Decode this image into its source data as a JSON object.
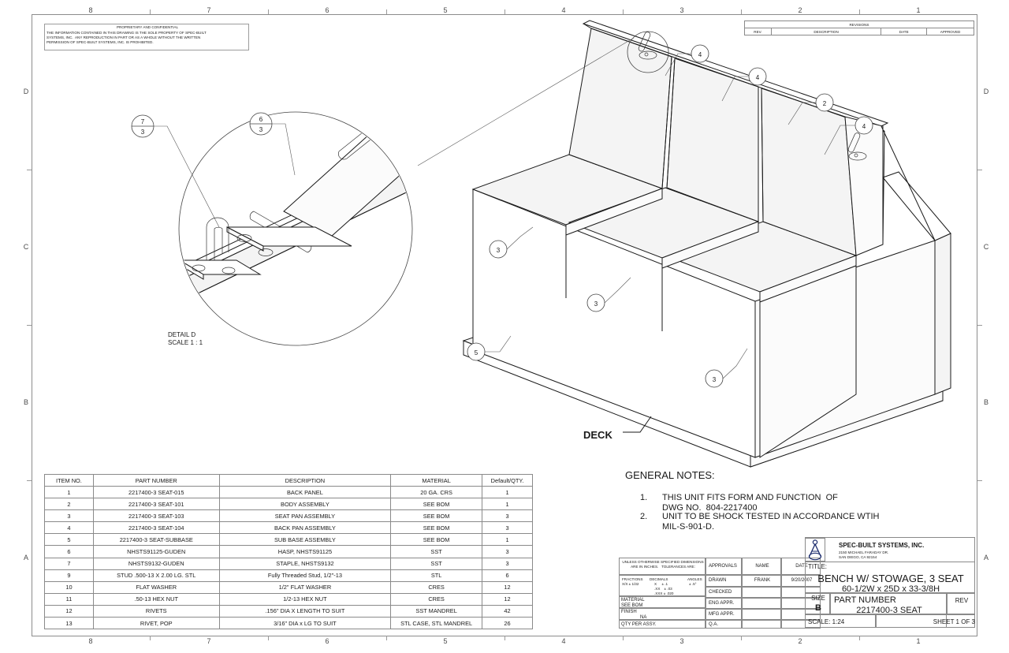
{
  "sheet": {
    "zones_top": [
      "8",
      "7",
      "6",
      "5",
      "4",
      "3",
      "2",
      "1"
    ],
    "zones_bottom": [
      "8",
      "7",
      "6",
      "5",
      "4",
      "3",
      "2",
      "1"
    ],
    "zones_left": [
      "D",
      "C",
      "B",
      "A"
    ],
    "zones_right": [
      "D",
      "C",
      "B",
      "A"
    ]
  },
  "proprietary": {
    "heading": "PROPRIETARY AND CONFIDENTIAL",
    "line1": "THE INFORMATION CONTAINED IN THIS DRAWING IS THE SOLE PROPERTY OF SPEC-BUILT",
    "line2": "SYSTEMS, INC.  ANY REPRODUCTION IN PART OR AS A WHOLE WITHOUT THE WRITTEN",
    "line3": "PERMISSION OF SPEC-BUILT SYSTEMS, INC. IS PROHIBITED."
  },
  "revisions": {
    "title": "REVISIONS",
    "columns": [
      "REV.",
      "DESCRIPTION",
      "DATE",
      "APPROVED"
    ],
    "rows": []
  },
  "detail_view": {
    "label": "DETAIL D",
    "scale": "SCALE 1 : 1",
    "balloons": [
      {
        "item": "7",
        "qty": "3"
      },
      {
        "item": "6",
        "qty": "3"
      }
    ]
  },
  "iso_view": {
    "deck_label": "DECK",
    "balloons": [
      {
        "id": "b4a",
        "item": "4"
      },
      {
        "id": "b4b",
        "item": "4"
      },
      {
        "id": "b2",
        "item": "2"
      },
      {
        "id": "b4c",
        "item": "4"
      },
      {
        "id": "b3a",
        "item": "3"
      },
      {
        "id": "b3b",
        "item": "3"
      },
      {
        "id": "b3c",
        "item": "3"
      },
      {
        "id": "b5",
        "item": "5"
      }
    ]
  },
  "general_notes": {
    "heading": "GENERAL NOTES:",
    "items": [
      {
        "num": "1.",
        "line1": "THIS UNIT FITS FORM AND FUNCTION  OF",
        "line2": "DWG NO.  804-2217400"
      },
      {
        "num": "2.",
        "line1": "UNIT TO BE SHOCK TESTED IN ACCORDANCE WTIH",
        "line2": "MIL-S-901-D."
      }
    ]
  },
  "bom": {
    "columns": [
      "ITEM NO.",
      "PART NUMBER",
      "DESCRIPTION",
      "MATERIAL",
      "Default/QTY."
    ],
    "rows": [
      {
        "item": "1",
        "pn": "2217400-3 SEAT-015",
        "desc": "BACK PANEL",
        "mat": "20 GA. CRS",
        "qty": "1"
      },
      {
        "item": "2",
        "pn": "2217400-3 SEAT-101",
        "desc": "BODY ASSEMBLY",
        "mat": "SEE BOM",
        "qty": "1"
      },
      {
        "item": "3",
        "pn": "2217400-3 SEAT-103",
        "desc": "SEAT PAN ASSEMBLY",
        "mat": "SEE BOM",
        "qty": "3"
      },
      {
        "item": "4",
        "pn": "2217400-3 SEAT-104",
        "desc": "BACK PAN ASSEMBLY",
        "mat": "SEE BOM",
        "qty": "3"
      },
      {
        "item": "5",
        "pn": "2217400-3 SEAT-SUBBASE",
        "desc": "SUB BASE ASSEMBLY",
        "mat": "SEE BOM",
        "qty": "1"
      },
      {
        "item": "6",
        "pn": "NHSTS91125-GUDEN",
        "desc": "HASP, NHSTS91125",
        "mat": "SST",
        "qty": "3"
      },
      {
        "item": "7",
        "pn": "NHSTS9132-GUDEN",
        "desc": "STAPLE, NHSTS9132",
        "mat": "SST",
        "qty": "3"
      },
      {
        "item": "9",
        "pn": "STUD .500-13 X 2.00 LG. STL",
        "desc": "Fully Threaded Stud, 1/2\"-13",
        "mat": "STL",
        "qty": "6"
      },
      {
        "item": "10",
        "pn": "FLAT WASHER",
        "desc": "1/2\" FLAT WASHER",
        "mat": "CRES",
        "qty": "12"
      },
      {
        "item": "11",
        "pn": ".50-13 HEX NUT",
        "desc": "1/2-13 HEX NUT",
        "mat": "CRES",
        "qty": "12"
      },
      {
        "item": "12",
        "pn": "RIVETS",
        "desc": ".156\" DIA X LENGTH TO SUIT",
        "mat": "SST MANDREL",
        "qty": "42"
      },
      {
        "item": "13",
        "pn": "RIVET, POP",
        "desc": "3/16\" DIA x LG TO SUIT",
        "mat": "STL CASE, STL MANDREL",
        "qty": "26"
      }
    ]
  },
  "title_block": {
    "tolerance_note_l1": "UNLESS OTHERWISE SPECIFIED DIMENSIONS",
    "tolerance_note_l2": "ARE IN INCHES.   TOLERANCES ARE:",
    "fractions_label": "FRACTIONS",
    "fractions_val": "X/X ± 1/32",
    "decimals_label": "DECIMALS",
    "decimals_x": "X     ± .1",
    "decimals_xx": ".XX    ± .03",
    "decimals_xxx": ".XXX ± .020",
    "angles_label": "ANGLES",
    "angles_val": "± .5°",
    "material_label": "MATERIAL",
    "material_val": "SEE BOM",
    "finish_label": "FINISH",
    "finish_val": "NA",
    "qty_per_assy_label": "QTY PER ASSY.",
    "approvals_label": "APPROVALS",
    "name_label": "NAME",
    "date_label": "DATE",
    "drawn_label": "DRAWN",
    "drawn_name": "FRANK",
    "drawn_date": "9/20/2007",
    "checked_label": "CHECKED",
    "eng_appr_label": "ENG APPR.",
    "mfg_appr_label": "MFG APPR.",
    "qa_label": "Q.A.",
    "company_name": "SPEC-BUILT SYSTEMS, INC.",
    "company_addr1": "2150 MICHAEL FARADAY DR.",
    "company_addr2": "SAN DIEGO, CA 92154",
    "title_label": "TITLE:",
    "title_line1": "BENCH W/ STOWAGE, 3 SEAT",
    "title_line2": "60-1/2W x 25D x 33-3/8H",
    "size_label": "SIZE",
    "size_val": "B",
    "part_number_label": "PART NUMBER",
    "part_number_val": "2217400-3 SEAT",
    "rev_label": "REV",
    "rev_val": "",
    "scale_label": "SCALE: 1:24",
    "sheet_label": "SHEET 1 OF 3"
  }
}
